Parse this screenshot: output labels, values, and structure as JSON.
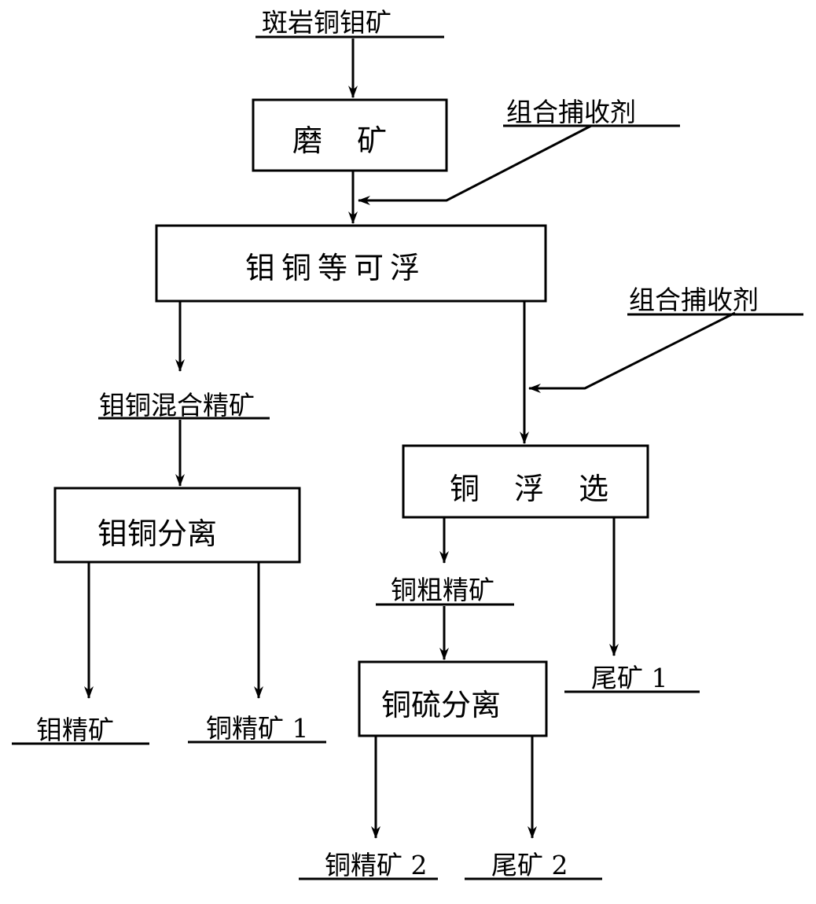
{
  "nodes": {
    "ore": "斑岩铜钼矿",
    "grinding": "磨  矿",
    "collector_1": "组合捕收剂",
    "mo_cu_flotation": "钼铜等可浮",
    "collector_2": "组合捕收剂",
    "mo_cu_bulk_concentrate": "钼铜混合精矿",
    "mo_cu_separation": "钼铜分离",
    "cu_flotation": "铜 浮 选",
    "cu_rough_concentrate": "铜粗精矿",
    "cu_s_separation": "铜硫分离",
    "mo_concentrate": "钼精矿",
    "cu_concentrate_1": "铜精矿 1",
    "tailings_1": "尾矿 1",
    "cu_concentrate_2": "铜精矿 2",
    "tailings_2": "尾矿 2"
  },
  "edges": [
    {
      "from": "ore",
      "to": "grinding"
    },
    {
      "from": "grinding",
      "to": "mo_cu_flotation"
    },
    {
      "from": "collector_1",
      "to": "mo_cu_flotation"
    },
    {
      "from": "mo_cu_flotation",
      "to": "mo_cu_bulk_concentrate"
    },
    {
      "from": "mo_cu_flotation",
      "to": "cu_flotation"
    },
    {
      "from": "collector_2",
      "to": "cu_flotation"
    },
    {
      "from": "mo_cu_bulk_concentrate",
      "to": "mo_cu_separation"
    },
    {
      "from": "mo_cu_separation",
      "to": "mo_concentrate"
    },
    {
      "from": "mo_cu_separation",
      "to": "cu_concentrate_1"
    },
    {
      "from": "cu_flotation",
      "to": "cu_rough_concentrate"
    },
    {
      "from": "cu_flotation",
      "to": "tailings_1"
    },
    {
      "from": "cu_rough_concentrate",
      "to": "cu_s_separation"
    },
    {
      "from": "cu_s_separation",
      "to": "cu_concentrate_2"
    },
    {
      "from": "cu_s_separation",
      "to": "tailings_2"
    }
  ],
  "colors": {
    "line": "#000000",
    "background": "#ffffff"
  }
}
